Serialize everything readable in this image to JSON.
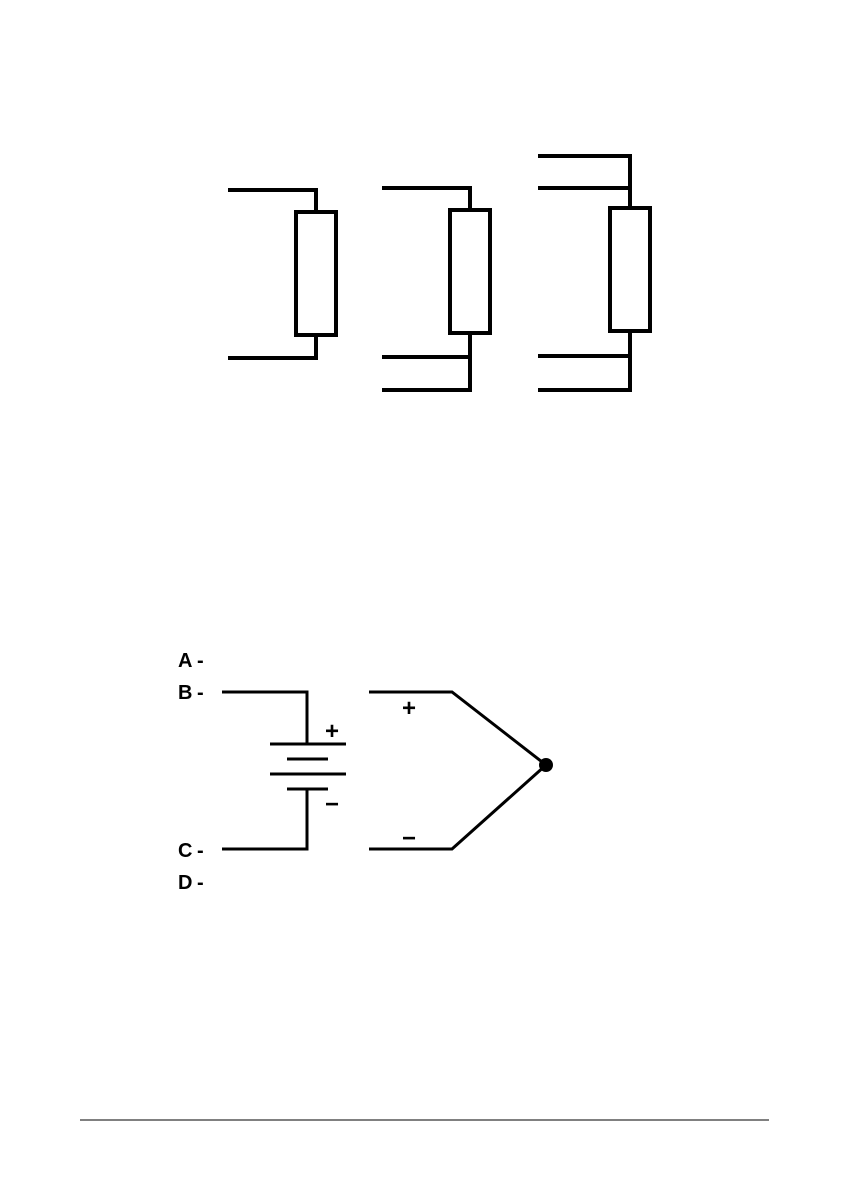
{
  "terminals": {
    "a": "A",
    "b": "B",
    "c": "C",
    "d": "D"
  },
  "terminal_marker": "-",
  "battery": {
    "plus": "+",
    "minus": "−"
  },
  "thermocouple": {
    "plus": "+",
    "minus": "−"
  },
  "colors": {
    "ink": "#000000",
    "paper": "#ffffff"
  }
}
